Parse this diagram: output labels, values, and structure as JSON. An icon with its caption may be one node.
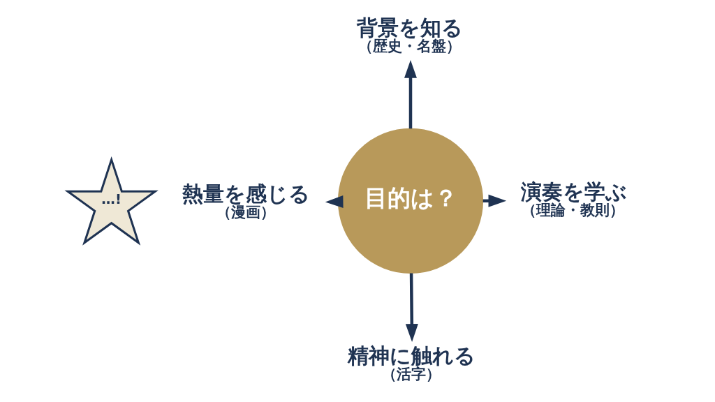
{
  "diagram": {
    "nodes": [
      {
        "text": [
          "背景を知る",
          "（歴史・名盤）"
        ]
      },
      {
        "text": [
          "熱量を感じる",
          "（漫画）"
        ]
      },
      {
        "text": [
          "…!"
        ]
      },
      {
        "text": [
          "目的は？"
        ]
      },
      {
        "text": [
          "演奏を学ぶ",
          "（理論・教則）"
        ]
      },
      {
        "text": [
          "精神に触れる",
          "（活字）"
        ]
      }
    ],
    "edges": [
      {
        "from": 3,
        "to": 0,
        "arrow": "to"
      },
      {
        "from": 3,
        "to": 4,
        "arrow": "to"
      },
      {
        "from": 3,
        "to": 5,
        "arrow": "to"
      },
      {
        "from": 3,
        "to": 1,
        "arrow": "to"
      }
    ]
  }
}
